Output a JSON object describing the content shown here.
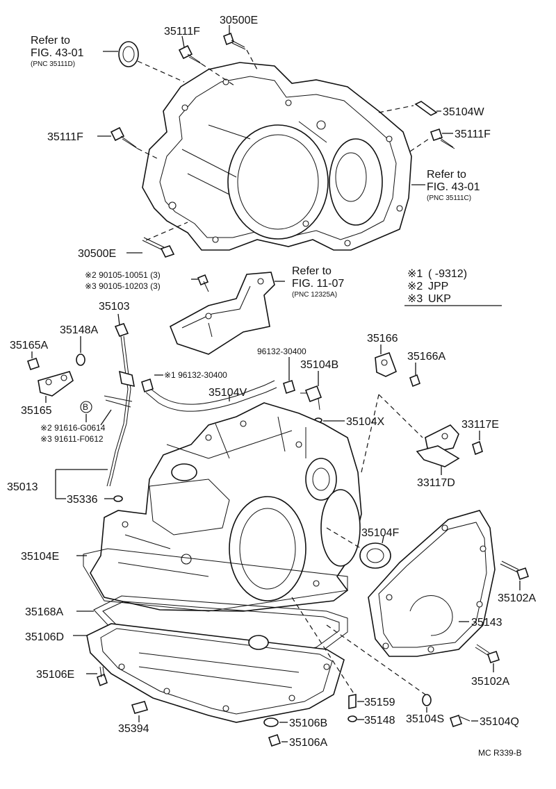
{
  "diagram": {
    "refs": {
      "fig4301a": {
        "l1": "Refer to",
        "l2": "FIG. 43-01",
        "l3": "(PNC 35111D)"
      },
      "fig4301b": {
        "l1": "Refer to",
        "l2": "FIG. 43-01",
        "l3": "(PNC 35111C)"
      },
      "fig1107": {
        "l1": "Refer to",
        "l2": "FIG. 11-07",
        "l3": "(PNC 12325A)"
      }
    },
    "legend": {
      "m1": "※1",
      "m1_text": "(      -9312)",
      "m2": "※2",
      "m2_text": "JPP",
      "m3": "※3",
      "m3_text": "UKP"
    },
    "parts": {
      "p35111F_top": "35111F",
      "p30500E_top": "30500E",
      "p35104W": "35104W",
      "p35111F_left": "35111F",
      "p35111F_right": "35111F",
      "p30500E_bottom": "30500E",
      "p90105_10051": "※2 90105-10051 (3)",
      "p90105_10203": "※3 90105-10203 (3)",
      "p35103": "35103",
      "p35148A": "35148A",
      "p35165A": "35165A",
      "p35165": "35165",
      "p96132_30400_a": "※1 96132-30400",
      "p96132_30400_b": "96132-30400",
      "p35104B": "35104B",
      "p35166": "35166",
      "p35166A": "35166A",
      "p35104V": "35104V",
      "pB": "B",
      "p91616": "※2 91616-G0614",
      "p91611": "※3 91611-F0612",
      "p35104X": "35104X",
      "p33117E": "33117E",
      "p33117D": "33117D",
      "p35013": "35013",
      "p35336": "35336",
      "p35104F": "35104F",
      "p35104E": "35104E",
      "p35102A_top": "35102A",
      "p35168A": "35168A",
      "p35143": "35143",
      "p35106D": "35106D",
      "p35102A_bottom": "35102A",
      "p35106E": "35106E",
      "p35159": "35159",
      "p35148": "35148",
      "p35104S": "35104S",
      "p35104Q": "35104Q",
      "p35106B": "35106B",
      "p35394": "35394",
      "p35106A": "35106A"
    },
    "footer": "MC R339-B"
  }
}
